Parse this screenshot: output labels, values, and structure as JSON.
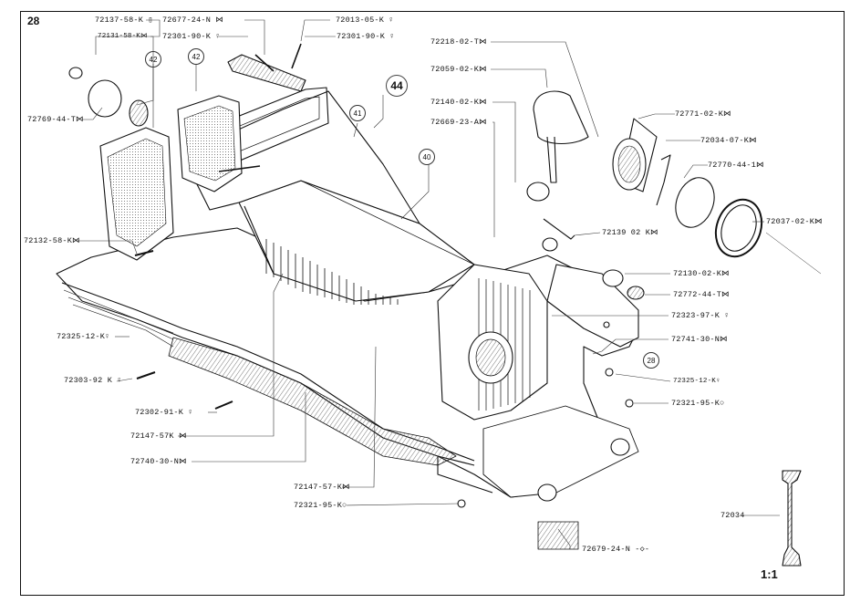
{
  "page_number": "28",
  "scale": "1:1",
  "detail_part": "72034",
  "callouts": [
    {
      "id": "c41",
      "text": "41"
    },
    {
      "id": "c42a",
      "text": "42"
    },
    {
      "id": "c42b",
      "text": "42"
    },
    {
      "id": "c40",
      "text": "40"
    },
    {
      "id": "c44",
      "text": "44"
    },
    {
      "id": "c28",
      "text": "28"
    }
  ],
  "part_labels": [
    "72137-58-K ▯",
    "72131-58-K⋈",
    "72677-24-N ⋈",
    "72301-90-K ♀",
    "72013-05-K ♀",
    "72301-90-K ♀",
    "72769-44-T⋈",
    "72132-58-K⋈",
    "72325-12-K♀",
    "72303-92 K ♀",
    "72302-91-K ♀",
    "72147-57K ⋈",
    "72740-30-N⋈",
    "72147-57-K⋈",
    "72321-95-K○",
    "72679-24-N -◇-",
    "72218-02-T⋈",
    "72059-02-K⋈",
    "72140-02-K⋈",
    "72669-23-A⋈",
    "72771-02-K⋈",
    "72034-07-K⋈",
    "72770-44-1⋈",
    "72037-02-K⋈",
    "72139 02 K⋈",
    "72130-02-K⋈",
    "72772-44-T⋈",
    "72323-97-K ♀",
    "72741-30-N⋈",
    "72325-12-K♀",
    "72321-95-K○"
  ]
}
